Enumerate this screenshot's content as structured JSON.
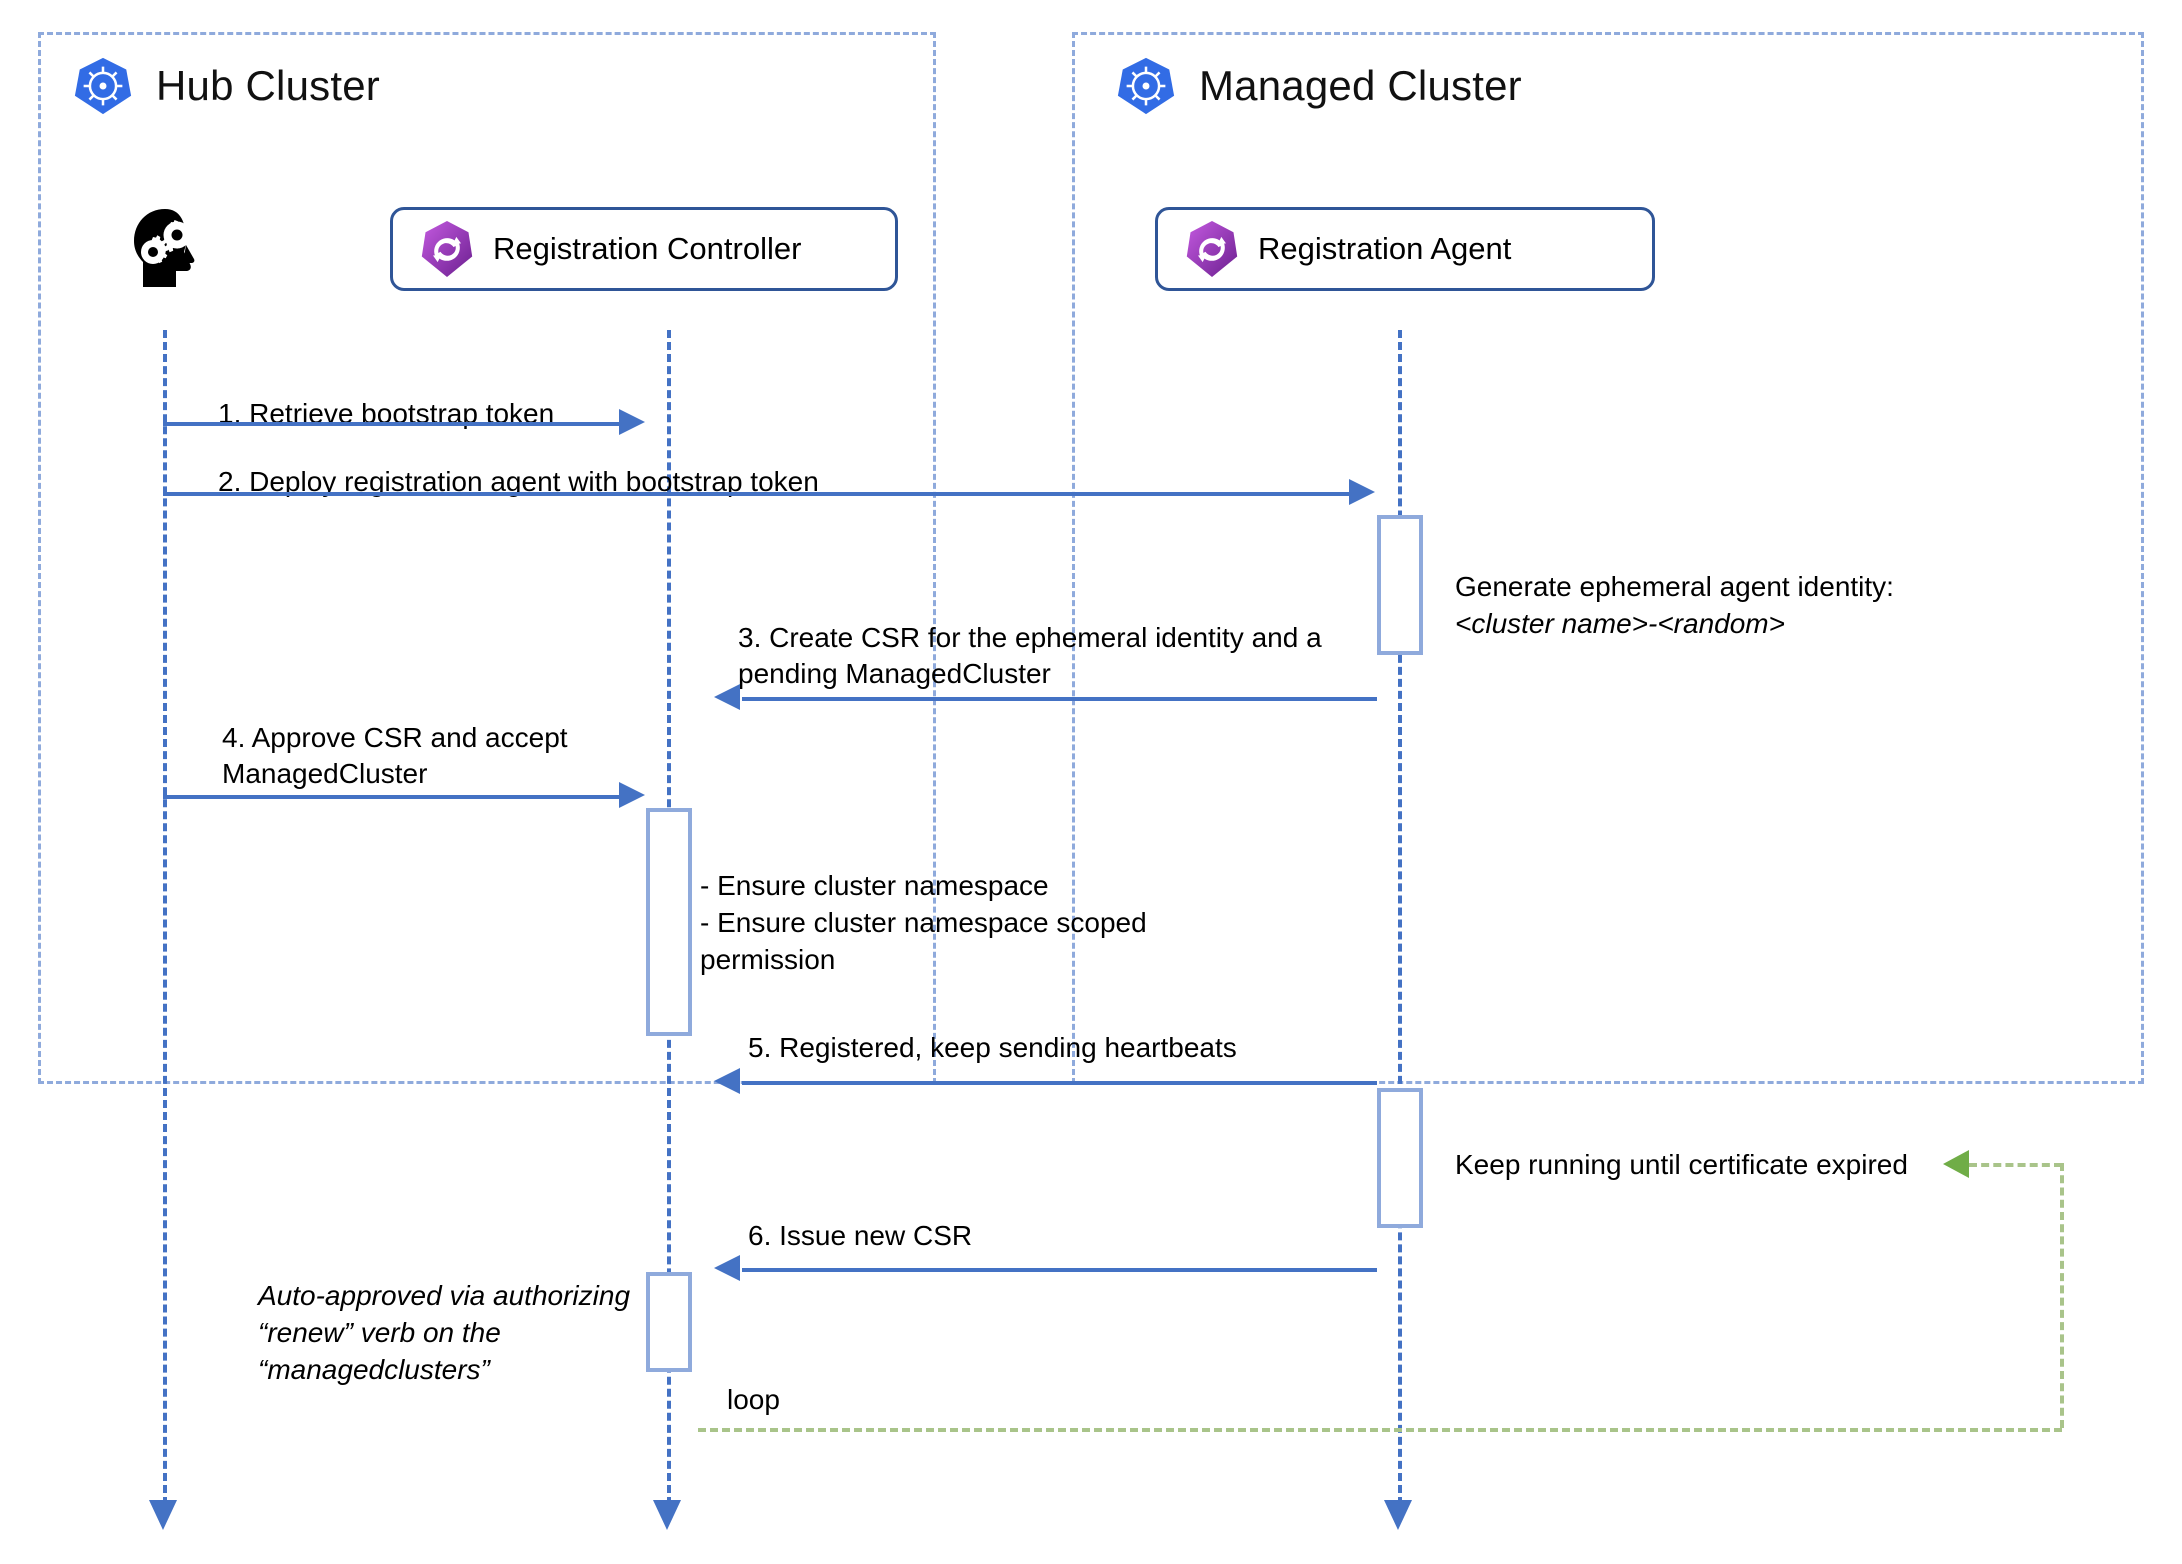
{
  "diagram": {
    "type": "sequence-diagram",
    "title": "OCM cluster registration sequence",
    "colors": {
      "frame_border": "#8faadc",
      "participant_border": "#2f5597",
      "lifeline": "#4472c4",
      "message_arrow": "#4472c4",
      "activation_border": "#8faadc",
      "loop_dashed": "#a9c48a",
      "loop_arrow": "#70ad47",
      "k8s_blue": "#326ce5",
      "ocm_purple": "#a23bc8",
      "text": "#000000"
    }
  },
  "containers": [
    {
      "id": "hub",
      "title": "Hub Cluster",
      "icon": "kubernetes-icon"
    },
    {
      "id": "managed",
      "title": "Managed Cluster",
      "icon": "kubernetes-icon"
    }
  ],
  "participants": [
    {
      "id": "user",
      "label": "",
      "icon": "user-head-gears-icon",
      "container": "hub"
    },
    {
      "id": "registration-controller",
      "label": "Registration Controller",
      "icon": "ocm-icon",
      "container": "hub"
    },
    {
      "id": "registration-agent",
      "label": "Registration Agent",
      "icon": "ocm-icon",
      "container": "managed"
    }
  ],
  "messages": [
    {
      "num": "1",
      "label": "1. Retrieve bootstrap token",
      "from": "user",
      "to": "registration-controller",
      "direction": "right"
    },
    {
      "num": "2",
      "label": "2. Deploy registration agent with bootstrap token",
      "from": "user",
      "to": "registration-agent",
      "direction": "right"
    },
    {
      "num": "3",
      "label": "3. Create CSR for the ephemeral identity and a\npending ManagedCluster",
      "from": "registration-agent",
      "to": "registration-controller",
      "direction": "left"
    },
    {
      "num": "4",
      "label": "4. Approve CSR and accept\nManagedCluster",
      "from": "user",
      "to": "registration-controller",
      "direction": "right"
    },
    {
      "num": "5",
      "label": "5. Registered, keep sending heartbeats",
      "from": "registration-agent",
      "to": "registration-controller",
      "direction": "left"
    },
    {
      "num": "6",
      "label": "6. Issue new CSR",
      "from": "registration-agent",
      "to": "registration-controller",
      "direction": "left"
    }
  ],
  "notes": [
    {
      "id": "note-ephemeral-identity",
      "line1": "Generate ephemeral agent identity:",
      "line2": "<cluster name>-<random>",
      "style": "line2-italic",
      "target": "registration-agent"
    },
    {
      "id": "note-ensure-namespace",
      "text": "- Ensure cluster namespace\n- Ensure cluster namespace scoped\n   permission",
      "style": "plain",
      "target": "registration-controller"
    },
    {
      "id": "note-keep-running",
      "text": "Keep running until certificate expired",
      "style": "plain",
      "target": "loop"
    },
    {
      "id": "note-auto-approved",
      "text": "Auto-approved via authorizing\n“renew” verb on the\n“managedclusters”",
      "style": "italic",
      "target": "registration-controller"
    }
  ],
  "loop": {
    "label": "loop",
    "style": "green-dashed"
  }
}
